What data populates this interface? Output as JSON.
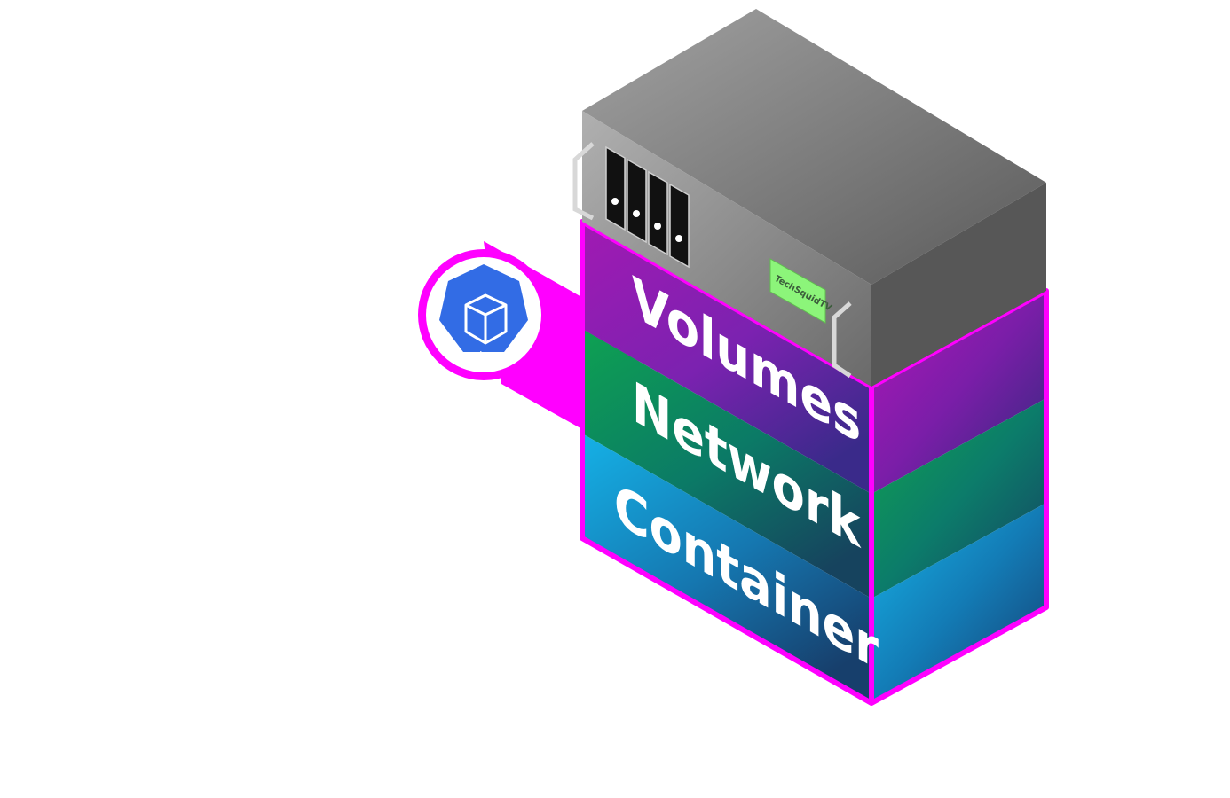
{
  "diagram": {
    "badge": {
      "icon": "kubernetes-pod-icon",
      "label": "pod"
    },
    "server": {
      "brand": "TechSquidTV"
    },
    "layers": [
      {
        "label": "Volumes"
      },
      {
        "label": "Network"
      },
      {
        "label": "Container"
      }
    ]
  },
  "colors": {
    "accent": "#ff00ff",
    "pod_blue": "#326ce5",
    "volumes": "#8a1ec0",
    "network": "#0a8f5a",
    "container": "#14a3dc",
    "server_gray": "#7a7a7a",
    "brand_screen": "#8cf57a"
  }
}
